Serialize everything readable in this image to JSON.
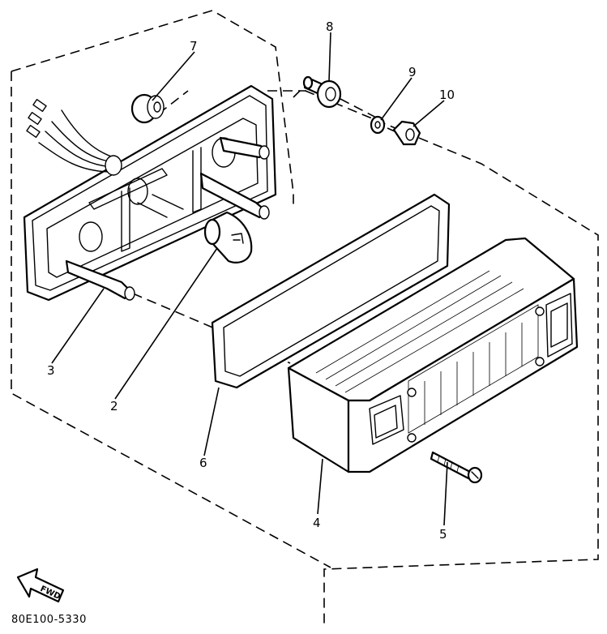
{
  "parts": [
    {
      "number": "2",
      "name": "bulb"
    },
    {
      "number": "3",
      "name": "lamp-housing"
    },
    {
      "number": "4",
      "name": "lens"
    },
    {
      "number": "5",
      "name": "screw"
    },
    {
      "number": "6",
      "name": "gasket"
    },
    {
      "number": "7",
      "name": "grommet"
    },
    {
      "number": "8",
      "name": "collar"
    },
    {
      "number": "9",
      "name": "washer"
    },
    {
      "number": "10",
      "name": "nut"
    }
  ],
  "fwd_label": "FWD",
  "diagram_code": "80E100-5330"
}
